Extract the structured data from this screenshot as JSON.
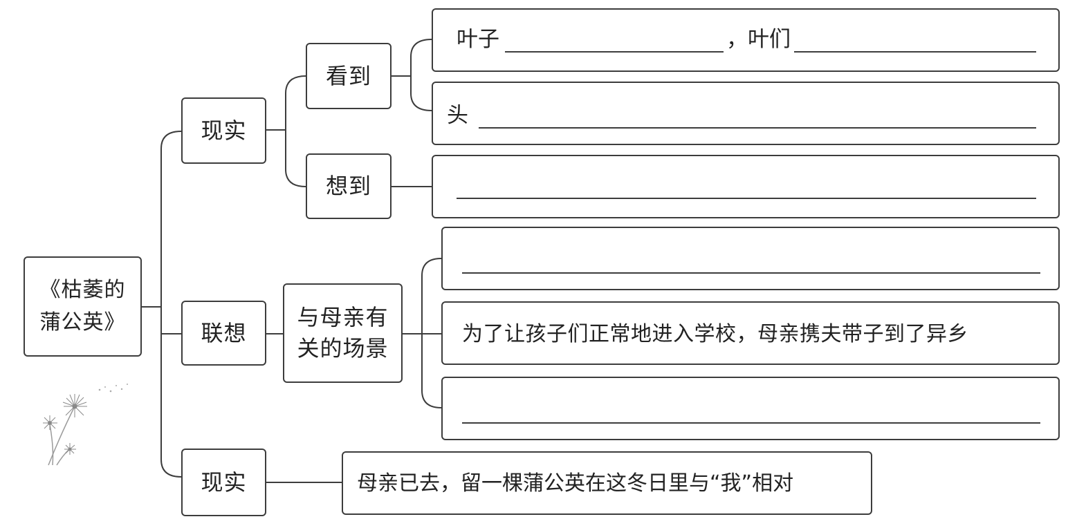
{
  "root": {
    "label_line1": "《枯萎的",
    "label_line2": "蒲公英》"
  },
  "branch_reality_1": {
    "label": "现实",
    "see": {
      "label": "看到",
      "line1_prefix": "叶子",
      "line1_middle": "，叶们",
      "line2_prefix": "头"
    },
    "think": {
      "label": "想到"
    }
  },
  "branch_association": {
    "label": "联想",
    "scene_line1": "与母亲有",
    "scene_line2": "关的场景",
    "given_scene": "为了让孩子们正常地进入学校，母亲携夫带子到了异乡"
  },
  "branch_reality_2": {
    "label": "现实",
    "conclusion": "母亲已去，留一棵蒲公英在这冬日里与“我”相对"
  },
  "decoration": {
    "icon": "dandelion-icon"
  }
}
